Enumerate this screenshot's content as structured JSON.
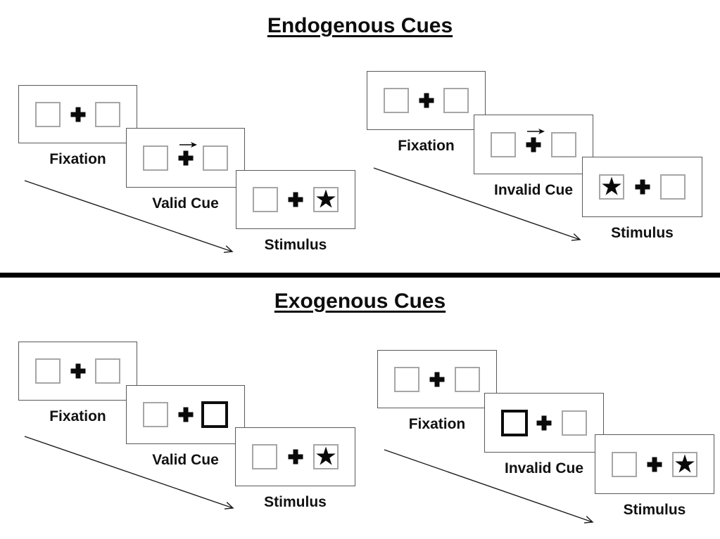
{
  "colors": {
    "ink": "#0a0a0a",
    "panel_border": "#595959",
    "square_border": "#a6a6a6",
    "cue_box_border": "#0d0d0d",
    "divider": "#000000",
    "background": "#ffffff"
  },
  "glyphs": {
    "star": "★"
  },
  "sections": [
    {
      "title": "Endogenous Cues",
      "sequences": [
        {
          "name": "valid",
          "panels": [
            {
              "label": "Fixation",
              "cue": "none",
              "star_side": "none"
            },
            {
              "label": "Valid Cue",
              "cue": "arrow-right",
              "star_side": "none"
            },
            {
              "label": "Stimulus",
              "cue": "none",
              "star_side": "right"
            }
          ]
        },
        {
          "name": "invalid",
          "panels": [
            {
              "label": "Fixation",
              "cue": "none",
              "star_side": "none"
            },
            {
              "label": "Invalid Cue",
              "cue": "arrow-right",
              "star_side": "none"
            },
            {
              "label": "Stimulus",
              "cue": "none",
              "star_side": "left"
            }
          ]
        }
      ]
    },
    {
      "title": "Exogenous Cues",
      "sequences": [
        {
          "name": "valid",
          "panels": [
            {
              "label": "Fixation",
              "cue": "none",
              "star_side": "none"
            },
            {
              "label": "Valid Cue",
              "cue": "box-right",
              "star_side": "none"
            },
            {
              "label": "Stimulus",
              "cue": "none",
              "star_side": "right"
            }
          ]
        },
        {
          "name": "invalid",
          "panels": [
            {
              "label": "Fixation",
              "cue": "none",
              "star_side": "none"
            },
            {
              "label": "Invalid Cue",
              "cue": "box-left",
              "star_side": "none"
            },
            {
              "label": "Stimulus",
              "cue": "none",
              "star_side": "right"
            }
          ]
        }
      ]
    }
  ]
}
